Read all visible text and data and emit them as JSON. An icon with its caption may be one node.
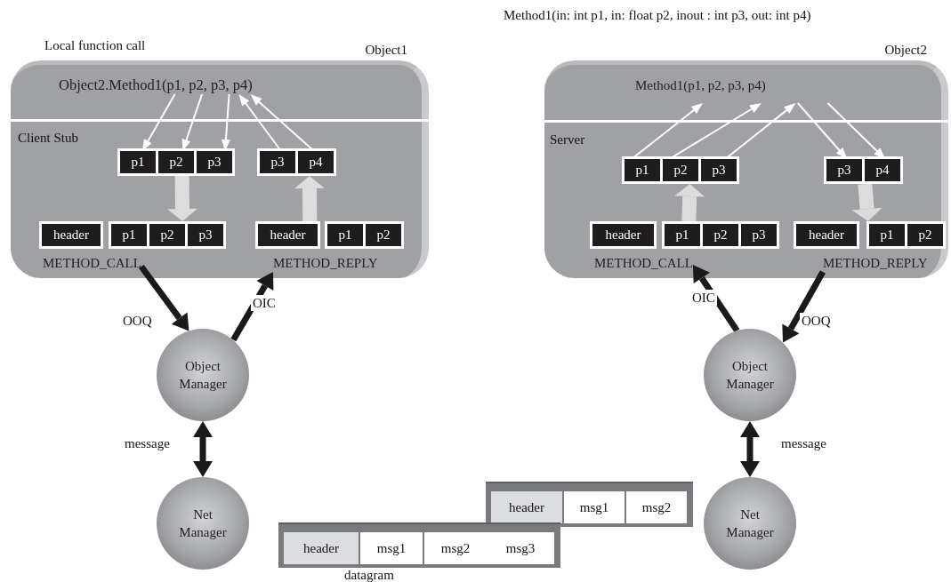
{
  "diagram": {
    "nodes": [
      {
        "text": [
          "Object1"
        ]
      },
      {
        "text": [
          "Object2.Method1(p1, p2, p3, p4)"
        ],
        "in": 0
      },
      {
        "text": [],
        "shape": "box",
        "in": 0
      },
      {
        "text": [
          "p1"
        ],
        "in": 2
      },
      {
        "text": [
          "p2"
        ],
        "in": 2
      },
      {
        "text": [
          "p3"
        ],
        "in": 2
      },
      {
        "text": [],
        "shape": "box",
        "in": 0
      },
      {
        "text": [
          "p3"
        ],
        "in": 6
      },
      {
        "text": [
          "p4"
        ],
        "in": 6
      },
      {
        "text": [
          "header"
        ],
        "in": 0
      },
      {
        "text": [],
        "shape": "box",
        "in": 0
      },
      {
        "text": [
          "p1"
        ],
        "in": 10
      },
      {
        "text": [
          "p2"
        ],
        "in": 10
      },
      {
        "text": [
          "p3"
        ],
        "in": 10
      },
      {
        "text": [
          "header"
        ],
        "in": 0
      },
      {
        "text": [],
        "shape": "box",
        "in": 0
      },
      {
        "text": [
          "p1"
        ],
        "in": 15
      },
      {
        "text": [
          "p2"
        ],
        "in": 15
      },
      {
        "text": [
          "METHOD_CALL"
        ],
        "in": 0
      },
      {
        "text": [
          "METHOD_REPLY"
        ],
        "in": 0
      },
      {
        "text": [
          "Object Manager"
        ]
      },
      {
        "text": [
          "Net Manager"
        ]
      },
      {
        "text": [
          "Object2"
        ]
      },
      {
        "text": [
          "Method1(p1, p2, p3, p4)"
        ],
        "in": 22
      },
      {
        "text": [],
        "shape": "box",
        "in": 22
      },
      {
        "text": [
          "p1"
        ],
        "in": 24
      },
      {
        "text": [
          "p2"
        ],
        "in": 24
      },
      {
        "text": [
          "p3"
        ],
        "in": 24
      },
      {
        "text": [],
        "shape": "box",
        "in": 22
      },
      {
        "text": [
          "p3"
        ],
        "in": 28
      },
      {
        "text": [
          "p4"
        ],
        "in": 28
      },
      {
        "text": [
          "header"
        ],
        "in": 22
      },
      {
        "text": [],
        "shape": "box",
        "in": 22
      },
      {
        "text": [
          "p1"
        ],
        "in": 32
      },
      {
        "text": [
          "p2"
        ],
        "in": 32
      },
      {
        "text": [
          "p3"
        ],
        "in": 32
      },
      {
        "text": [
          "header"
        ],
        "in": 22
      },
      {
        "text": [],
        "shape": "box",
        "in": 22
      },
      {
        "text": [
          "p1"
        ],
        "in": 37
      },
      {
        "text": [
          "p2"
        ],
        "in": 37
      },
      {
        "text": [
          "METHOD_CALL"
        ],
        "in": 22
      },
      {
        "text": [
          "METHOD_REPLY"
        ],
        "in": 22
      },
      {
        "text": [
          "Object Manager"
        ]
      },
      {
        "text": [
          "Net Manager"
        ]
      },
      {
        "text": [],
        "shape": "bar"
      },
      {
        "text": [
          "header"
        ],
        "in": 44
      },
      {
        "text": [
          "msg1"
        ],
        "in": 44
      },
      {
        "text": [
          "msg2"
        ],
        "in": 44
      },
      {
        "text": [],
        "shape": "bar",
        "beside": [
          "datagram"
        ]
      },
      {
        "text": [
          "header"
        ],
        "in": 48
      },
      {
        "text": [
          "msg1"
        ],
        "in": 48
      },
      {
        "text": [
          "msg2"
        ],
        "in": 48
      },
      {
        "text": [
          "msg3"
        ],
        "in": 48
      }
    ],
    "edges": [
      {
        "from": 1,
        "to": 3,
        "arrow": "to"
      },
      {
        "from": 1,
        "to": 4,
        "arrow": "to"
      },
      {
        "from": 1,
        "to": 5,
        "arrow": "to"
      },
      {
        "from": 7,
        "to": 1,
        "arrow": "to"
      },
      {
        "from": 8,
        "to": 1,
        "arrow": "to"
      },
      {
        "from": 2,
        "to": 10,
        "arrow": "to",
        "style": "thick",
        "color": "#dcdcdc"
      },
      {
        "from": 14,
        "to": 6,
        "arrow": "to",
        "style": "thick",
        "color": "#dcdcdc"
      },
      {
        "from": 18,
        "to": 20,
        "arrow": "to",
        "label": "OOQ",
        "style": "thick",
        "color": "#1a1a1a"
      },
      {
        "from": 20,
        "to": 19,
        "arrow": "to",
        "label": "OIC",
        "style": "thick",
        "color": "#1a1a1a"
      },
      {
        "from": 20,
        "to": 21,
        "arrow": "both",
        "label": "message",
        "style": "thick",
        "color": "#1a1a1a"
      },
      {
        "from": 25,
        "to": 23,
        "arrow": "to"
      },
      {
        "from": 26,
        "to": 23,
        "arrow": "to"
      },
      {
        "from": 27,
        "to": 23,
        "arrow": "to"
      },
      {
        "from": 23,
        "to": 29,
        "arrow": "to"
      },
      {
        "from": 23,
        "to": 30,
        "arrow": "to"
      },
      {
        "from": 32,
        "to": 24,
        "arrow": "to",
        "style": "thick",
        "color": "#dcdcdc"
      },
      {
        "from": 28,
        "to": 37,
        "arrow": "to",
        "style": "thick",
        "color": "#dcdcdc"
      },
      {
        "from": 42,
        "to": 40,
        "arrow": "to",
        "label": "OIC",
        "style": "thick",
        "color": "#1a1a1a"
      },
      {
        "from": 41,
        "to": 42,
        "arrow": "to",
        "label": "OOQ",
        "style": "thick",
        "color": "#1a1a1a"
      },
      {
        "from": 42,
        "to": 43,
        "arrow": "both",
        "label": "message",
        "style": "thick",
        "color": "#1a1a1a"
      }
    ],
    "labels": [
      "Method1(in: int p1, in: float p2, inout : int p3, out: int p4)",
      "Local function call",
      "Client Stub",
      "Server"
    ]
  }
}
